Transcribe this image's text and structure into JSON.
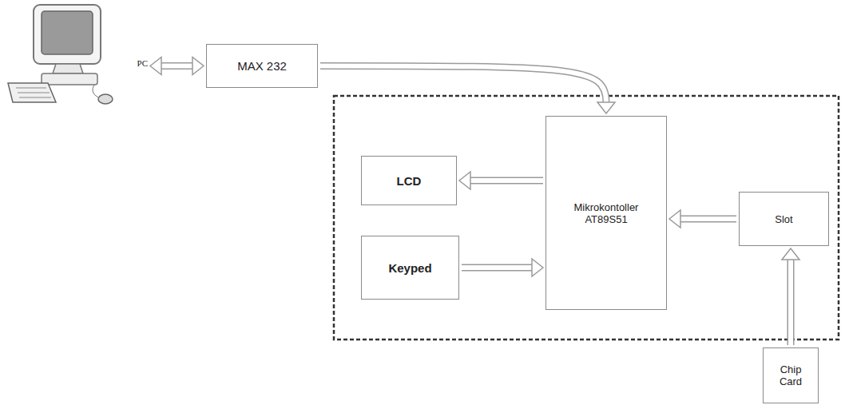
{
  "diagram": {
    "nodes": [
      {
        "text": [
          "PC"
        ]
      },
      {
        "text": [
          "MAX 232"
        ]
      },
      {
        "text": [
          "LCD"
        ]
      },
      {
        "text": [
          "Mikrokontoller AT89S51"
        ]
      },
      {
        "text": [
          "Slot"
        ]
      },
      {
        "text": [
          "Keyped"
        ]
      },
      {
        "text": [
          "Chip Card"
        ]
      }
    ],
    "edges": [
      {
        "from": 0,
        "to": 1,
        "arrow": "both"
      },
      {
        "from": 1,
        "to": 3,
        "arrow": "to"
      },
      {
        "from": 3,
        "to": 2,
        "arrow": "to"
      },
      {
        "from": 5,
        "to": 3,
        "arrow": "to"
      },
      {
        "from": 4,
        "to": 3,
        "arrow": "to"
      },
      {
        "from": 6,
        "to": 4,
        "arrow": "to"
      }
    ]
  }
}
